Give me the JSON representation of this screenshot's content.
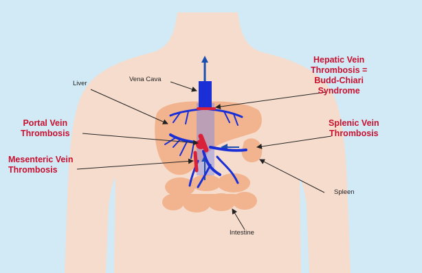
{
  "colors": {
    "background": "#d2e9f6",
    "body": "#f6dccd",
    "organ": "#f1b48f",
    "vein_blue": "#1a2fd6",
    "thrombosis_red": "#d9223a",
    "label_red": "#c8102e"
  },
  "labels": {
    "liver": "Liver",
    "vena_cava": "Vena Cava",
    "spleen": "Spleen",
    "intestine": "Intestine",
    "hepatic": [
      "Hepatic Vein",
      "Thrombosis =",
      "Budd-Chiari",
      "Syndrome"
    ],
    "portal": [
      "Portal Vein",
      "Thrombosis"
    ],
    "splenic": [
      "Splenic Vein",
      "Thrombosis"
    ],
    "mesenteric": [
      "Mesenteric Vein",
      "Thrombosis"
    ]
  }
}
